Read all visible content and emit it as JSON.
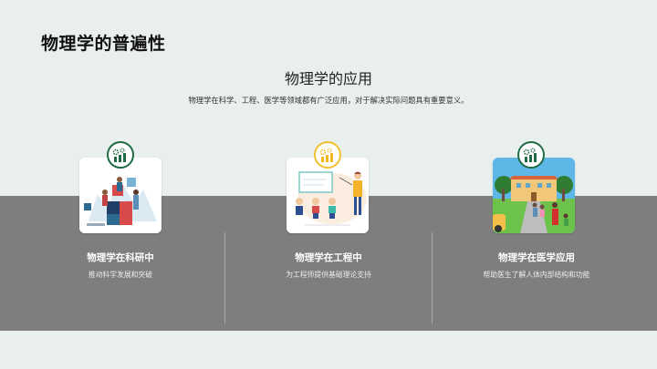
{
  "header": {
    "page_title": "物理学的普遍性"
  },
  "section": {
    "title": "物理学的应用",
    "description": "物理学在科学、工程、医学等领域都有广泛应用，对于解决实际问题具有重要意义。"
  },
  "colors": {
    "background": "#e8efec",
    "band": "#7e7e7e",
    "badge_green": "#1f6b45",
    "badge_yellow": "#f2c12e"
  },
  "cards": [
    {
      "title": "物理学在科研中",
      "description": "推动科学发展和突破",
      "icon": "chart-gears-icon",
      "image": "team-puzzle-illustration",
      "badge_color": "#1f6b45"
    },
    {
      "title": "物理学在工程中",
      "description": "为工程师提供基础理论支持",
      "icon": "chart-gears-icon",
      "image": "teacher-children-illustration",
      "badge_color": "#f2c12e"
    },
    {
      "title": "物理学在医学应用",
      "description": "帮助医生了解人体内部结构和功能",
      "icon": "chart-gears-icon",
      "image": "school-family-illustration",
      "badge_color": "#1f6b45"
    }
  ]
}
